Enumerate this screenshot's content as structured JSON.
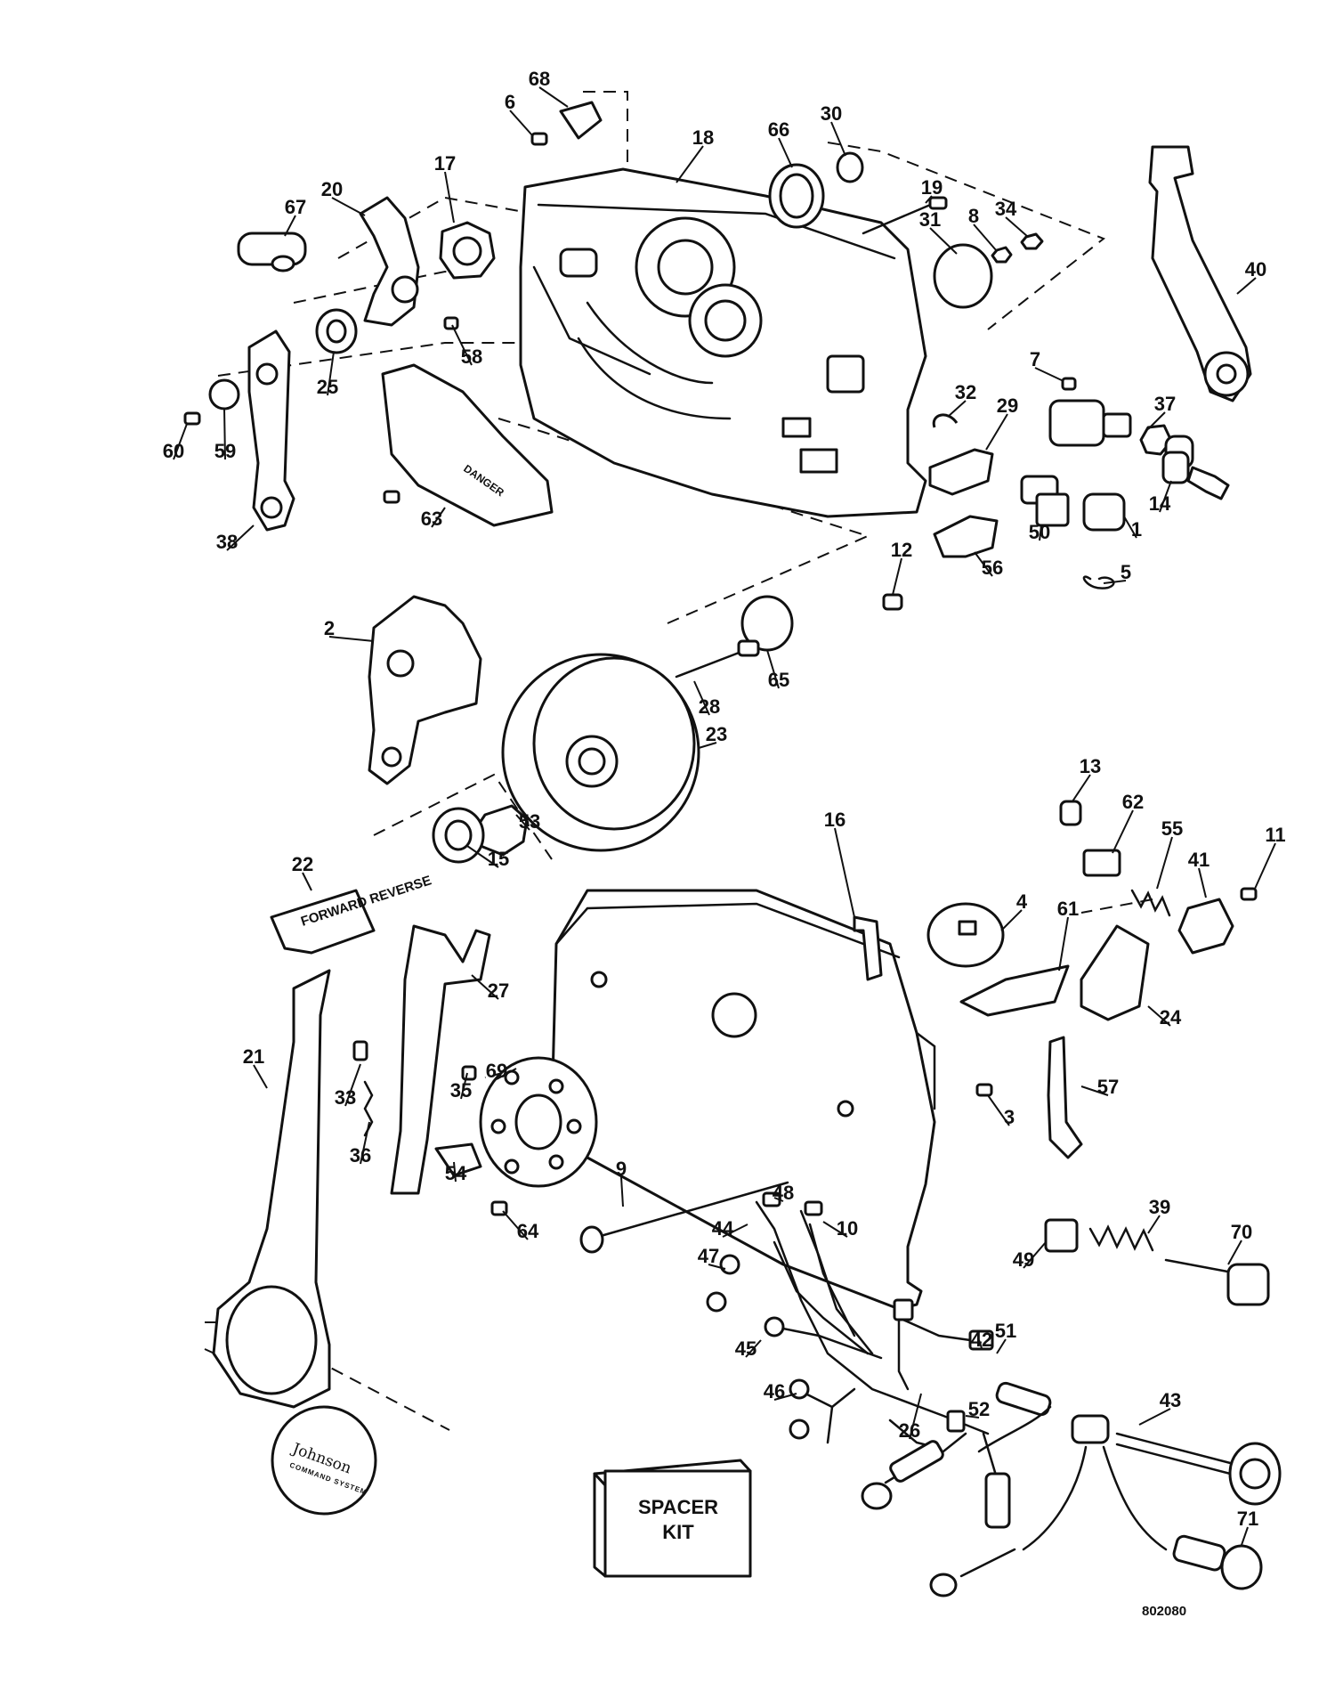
{
  "diagram_id": "802080",
  "kit": {
    "line1": "SPACER",
    "line2": "KIT"
  },
  "handle_label": "FORWARD REVERSE",
  "logo": {
    "brand": "Johnson",
    "sub": "COMMAND SYSTEM"
  },
  "callouts": [
    "68",
    "6",
    "18",
    "66",
    "30",
    "19",
    "17",
    "20",
    "67",
    "8",
    "34",
    "31",
    "40",
    "58",
    "25",
    "7",
    "37",
    "32",
    "29",
    "60",
    "59",
    "14",
    "50",
    "1",
    "38",
    "63",
    "56",
    "12",
    "5",
    "2",
    "65",
    "28",
    "23",
    "53",
    "15",
    "13",
    "62",
    "11",
    "55",
    "41",
    "16",
    "4",
    "22",
    "61",
    "24",
    "27",
    "21",
    "33",
    "57",
    "3",
    "36",
    "35",
    "54",
    "69",
    "64",
    "9",
    "48",
    "44",
    "10",
    "39",
    "70",
    "49",
    "47",
    "42",
    "51",
    "43",
    "45",
    "46",
    "52",
    "71",
    "26"
  ]
}
